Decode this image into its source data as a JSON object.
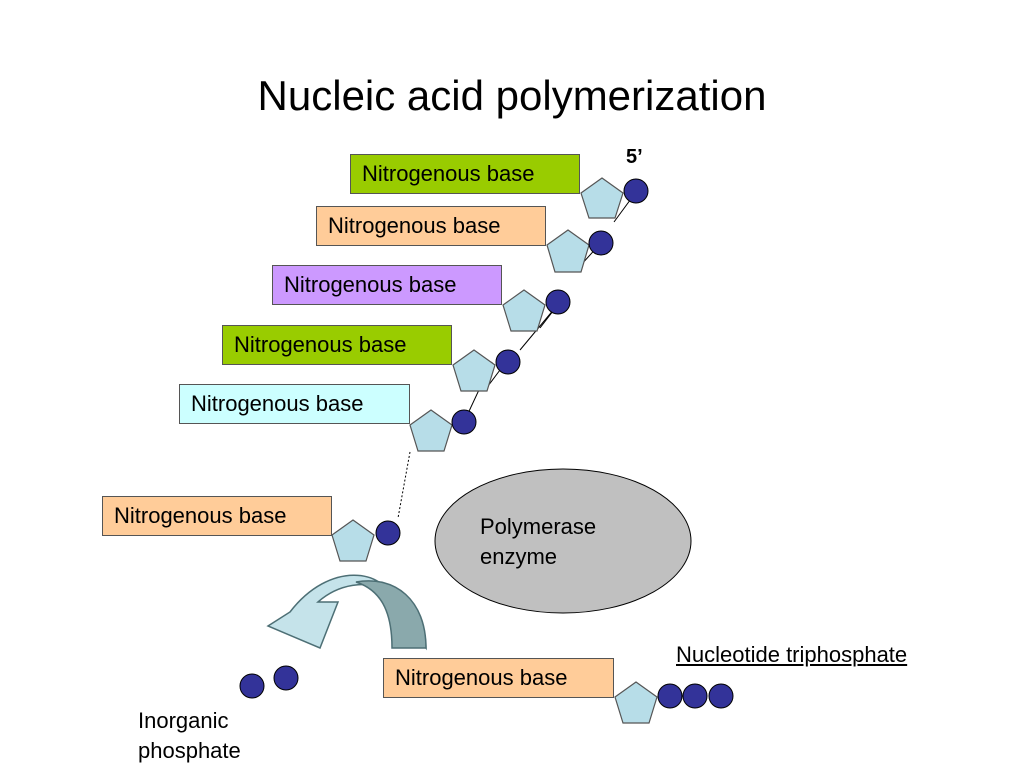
{
  "title": "Nucleic acid polymerization",
  "end_label": "5’",
  "strand_bases": [
    {
      "label": "Nitrogenous base",
      "color": "#99cc00"
    },
    {
      "label": "Nitrogenous base",
      "color": "#ffcc99"
    },
    {
      "label": "Nitrogenous base",
      "color": "#cc99ff"
    },
    {
      "label": "Nitrogenous base",
      "color": "#99cc00"
    },
    {
      "label": "Nitrogenous base",
      "color": "#ccffff"
    }
  ],
  "incoming_base": {
    "label": "Nitrogenous base",
    "color": "#ffcc99"
  },
  "ntp_base": {
    "label": "Nitrogenous base",
    "color": "#ffcc99"
  },
  "enzyme": {
    "label_line1": "Polymerase",
    "label_line2": "enzyme",
    "color": "#c0c0c0"
  },
  "ntp_label": "Nucleotide triphosphate",
  "inorganic_phosphate": {
    "line1": "Inorganic",
    "line2": "phosphate"
  },
  "colors": {
    "sugar_fill": "#b7dde8",
    "phosphate_fill": "#333399",
    "arrow_light": "#c5e3ea",
    "arrow_dark": "#8aa9ac"
  },
  "icons": {
    "sugar": "pentagon-sugar-icon",
    "phosphate": "phosphate-circle-icon",
    "arrow": "curved-arrow-icon"
  }
}
